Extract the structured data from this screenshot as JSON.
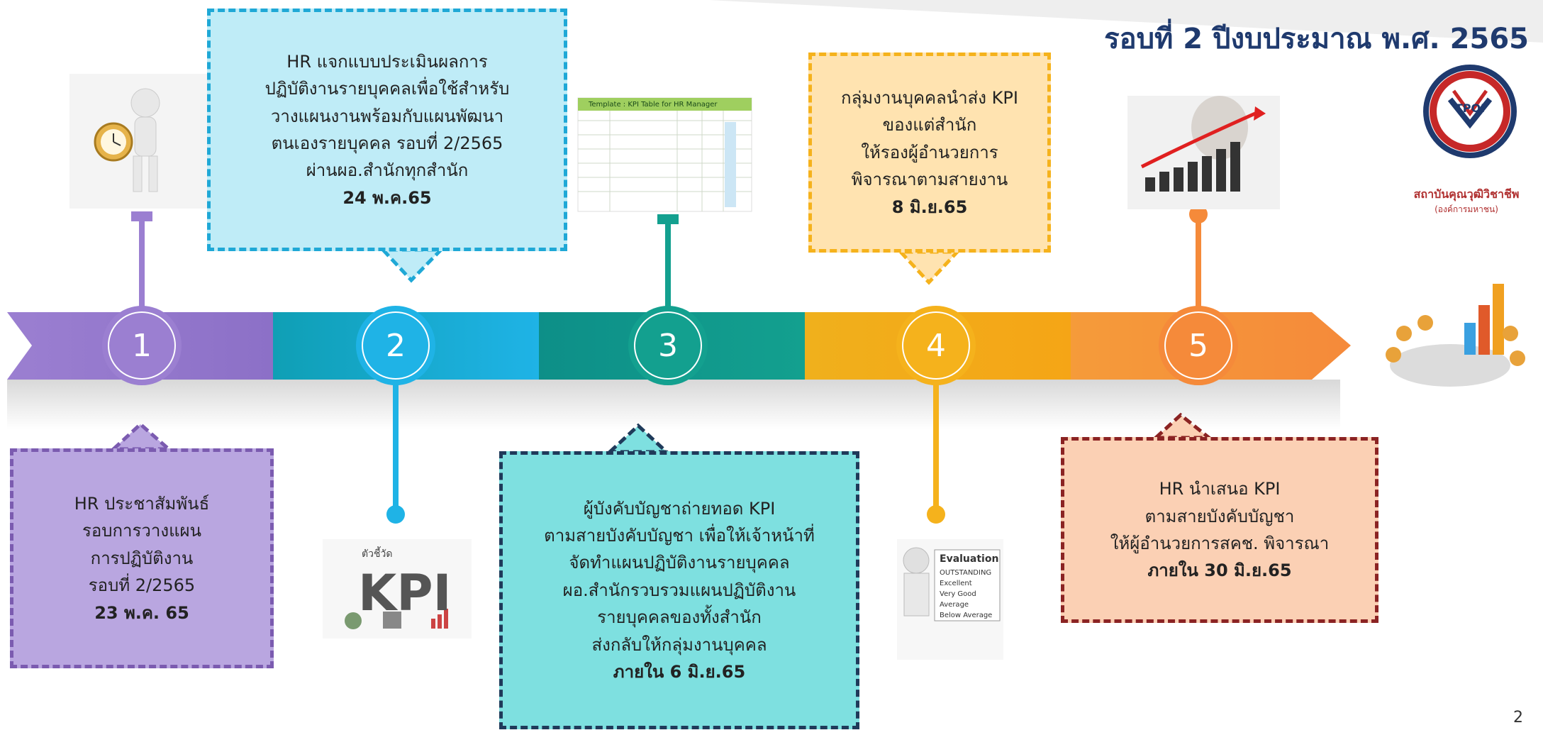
{
  "title": "รอบที่ 2 ปีงบประมาณ พ.ศ. 2565",
  "page_number": "2",
  "logo": {
    "mark": "TPQI",
    "org_name": "สถาบันคุณวุฒิวิชาชีพ",
    "org_sub": "(องค์การมหาชน)"
  },
  "steps": [
    {
      "number": "1",
      "color": "#9b7fd1",
      "lines": [
        "HR ประชาสัมพันธ์",
        "รอบการวางแผน",
        "การปฏิบัติงาน",
        "รอบที่ 2/2565"
      ],
      "date": "23 พ.ค. 65"
    },
    {
      "number": "2",
      "color": "#1fb3e6",
      "lines": [
        "HR แจกแบบประเมินผลการ",
        "ปฏิบัติงานรายบุคคลเพื่อใช้สำหรับ",
        "วางแผนงานพร้อมกับแผนพัฒนา",
        "ตนเองรายบุคคล รอบที่ 2/2565",
        "ผ่านผอ.สำนักทุกสำนัก"
      ],
      "date": "24 พ.ค.65"
    },
    {
      "number": "3",
      "color": "#13a08f",
      "lines": [
        "ผู้บังคับบัญชาถ่ายทอด KPI",
        "ตามสายบังคับบัญชา เพื่อให้เจ้าหน้าที่",
        "จัดทำแผนปฏิบัติงานรายบุคคล",
        "ผอ.สำนักรวบรวมแผนปฏิบัติงาน",
        "รายบุคคลของทั้งสำนัก",
        "ส่งกลับให้กลุ่มงานบุคคล"
      ],
      "date": "ภายใน 6 มิ.ย.65"
    },
    {
      "number": "4",
      "color": "#f5b21c",
      "lines": [
        "กลุ่มงานบุคคลนำส่ง KPI",
        "ของแต่สำนัก",
        "ให้รองผู้อำนวยการ",
        "พิจารณาตามสายงาน"
      ],
      "date": "8 มิ.ย.65"
    },
    {
      "number": "5",
      "color": "#f58a3a",
      "lines": [
        "HR นำเสนอ KPI",
        "ตามสายบังคับบัญชา",
        "ให้ผู้อำนวยการสคช. พิจารณา"
      ],
      "date": "ภายใน 30 มิ.ย.65"
    }
  ],
  "images": {
    "kpi_label": "KPI",
    "kpi_header": "ตัวชี้วัด",
    "template_title": "Template : KPI Table for HR Manager",
    "evaluation_title": "Evaluation",
    "evaluation_options": [
      "OUTSTANDING",
      "Excellent",
      "Very Good",
      "Average",
      "Below Average"
    ]
  }
}
